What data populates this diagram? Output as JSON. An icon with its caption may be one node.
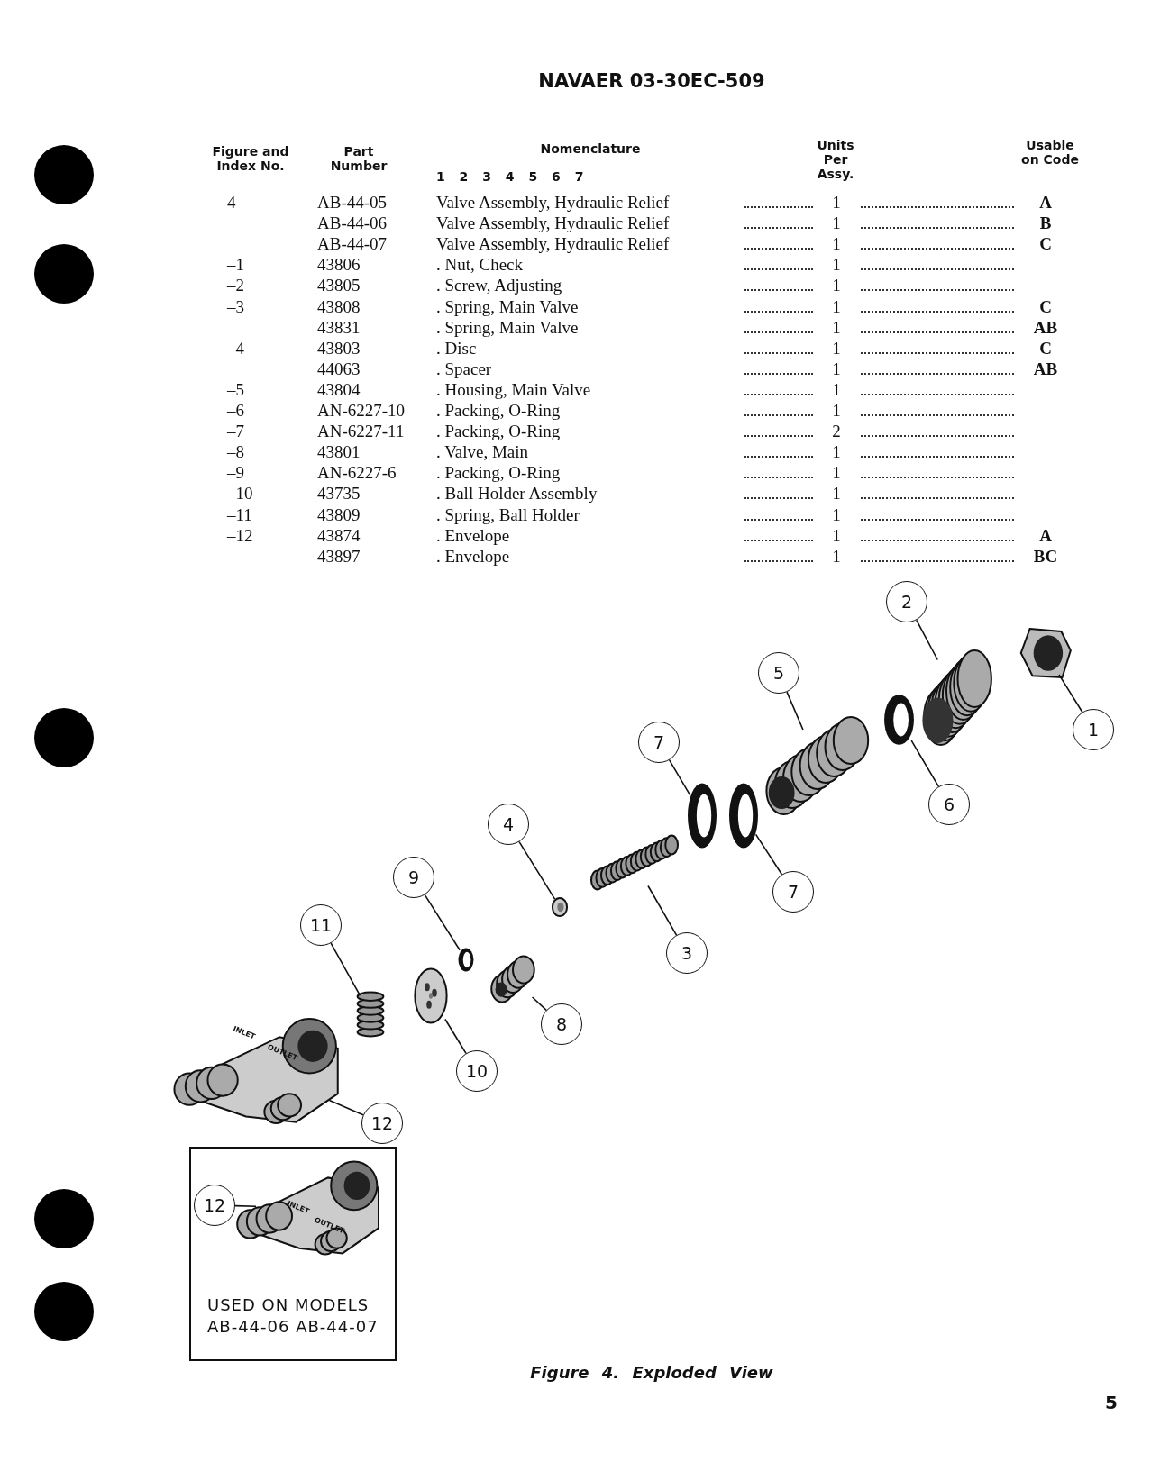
{
  "diagram": {
    "title": "NAVAER 03-30EC-509",
    "caption": "Figure 4. Exploded View",
    "nodes": [
      {
        "text": [
          "2"
        ]
      },
      {
        "text": [],
        "shape": "picture"
      },
      {
        "text": [],
        "shape": "picture"
      },
      {
        "text": [
          "5"
        ]
      },
      {
        "text": [],
        "shape": "picture"
      },
      {
        "text": [
          "1"
        ]
      },
      {
        "text": [
          "7"
        ]
      },
      {
        "text": [],
        "shape": "picture"
      },
      {
        "text": [],
        "shape": "picture"
      },
      {
        "text": [],
        "shape": "picture"
      },
      {
        "text": [
          "6"
        ]
      },
      {
        "text": [
          "4"
        ]
      },
      {
        "text": [],
        "shape": "picture"
      },
      {
        "text": [
          "9"
        ]
      },
      {
        "text": [],
        "shape": "picture"
      },
      {
        "text": [
          "7"
        ]
      },
      {
        "text": [
          "11"
        ]
      },
      {
        "text": [],
        "shape": "picture"
      },
      {
        "text": [
          "3"
        ]
      },
      {
        "text": [],
        "shape": "picture"
      },
      {
        "text": [],
        "shape": "picture"
      },
      {
        "text": [],
        "shape": "picture"
      },
      {
        "text": [
          "8"
        ]
      },
      {
        "text": [],
        "shape": "picture"
      },
      {
        "text": [
          "10"
        ]
      },
      {
        "text": [
          "12"
        ]
      },
      {
        "text": [
          "USED ON MODELS AB-44-06 AB-44-07"
        ]
      },
      {
        "text": [
          "12"
        ],
        "in": 26
      },
      {
        "text": [],
        "shape": "picture",
        "in": 26
      }
    ],
    "edges": [
      {
        "from": 0,
        "to": 2,
        "arrow": "none"
      },
      {
        "from": 5,
        "to": 1,
        "arrow": "none"
      },
      {
        "from": 3,
        "to": 7,
        "arrow": "none"
      },
      {
        "from": 10,
        "to": 4,
        "arrow": "none"
      },
      {
        "from": 6,
        "to": 8,
        "arrow": "none"
      },
      {
        "from": 15,
        "to": 9,
        "arrow": "none"
      },
      {
        "from": 11,
        "to": 14,
        "arrow": "none"
      },
      {
        "from": 13,
        "to": 17,
        "arrow": "none"
      },
      {
        "from": 18,
        "to": 12,
        "arrow": "none"
      },
      {
        "from": 16,
        "to": 21,
        "arrow": "none"
      },
      {
        "from": 22,
        "to": 19,
        "arrow": "none"
      },
      {
        "from": 24,
        "to": 20,
        "arrow": "none"
      },
      {
        "from": 25,
        "to": 23,
        "arrow": "none"
      },
      {
        "from": 27,
        "to": 28,
        "arrow": "none"
      }
    ],
    "labels": [
      "Figure and Index No.",
      "Part Number",
      "Nomenclature",
      "1 2 3 4 5 6 7",
      "Units Per Assy.",
      "Usable on Code",
      "4–",
      "AB-44-05",
      "Valve Assembly, Hydraulic Relief",
      "1",
      "A",
      "AB-44-06",
      "Valve Assembly, Hydraulic Relief",
      "1",
      "B",
      "AB-44-07",
      "Valve Assembly, Hydraulic Relief",
      "1",
      "C",
      "–1",
      "43806",
      ". Nut, Check",
      "1",
      "–2",
      "43805",
      ". Screw, Adjusting",
      "1",
      "–3",
      "43808",
      ". Spring, Main Valve",
      "1",
      "C",
      "43831",
      ". Spring, Main Valve",
      "1",
      "AB",
      "–4",
      "43803",
      ". Disc",
      "1",
      "C",
      "44063",
      ". Spacer",
      "1",
      "AB",
      "–5",
      "43804",
      ". Housing, Main Valve",
      "1",
      "–6",
      "AN-6227-10",
      ". Packing, O-Ring",
      "1",
      "–7",
      "AN-6227-11",
      ". Packing, O-Ring",
      "2",
      "–8",
      "43801",
      ". Valve, Main",
      "1",
      "–9",
      "AN-6227-6",
      ". Packing, O-Ring",
      "1",
      "–10",
      "43735",
      ". Ball Holder Assembly",
      "1",
      "–11",
      "43809",
      ". Spring, Ball Holder",
      "1",
      "–12",
      "43874",
      ". Envelope",
      "1",
      "A",
      "43897",
      ". Envelope",
      "1",
      "BC",
      "INLET",
      "OUTLET",
      "INLET",
      "OUTLET",
      "5"
    ]
  }
}
